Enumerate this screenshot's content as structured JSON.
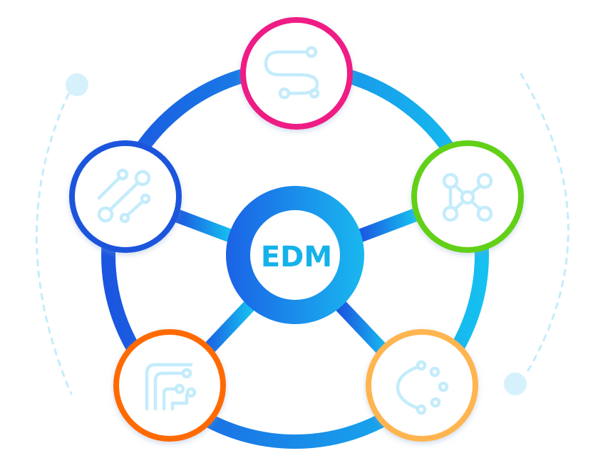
{
  "diagram": {
    "center": {
      "label": "EDM"
    },
    "colors": {
      "ring_start": "#1b55e0",
      "ring_end": "#16c0f0",
      "center_start": "#1b62e6",
      "center_end": "#19b8ef",
      "label": "#15b2ea",
      "icon": "#c4ecfb",
      "dashed_arc": "#c4ecfb",
      "dot": "#d7f1fc"
    },
    "nodes": [
      {
        "id": "top",
        "border_color": "#ee1a84",
        "icon": "s-curve-circuit-icon"
      },
      {
        "id": "right",
        "border_color": "#62d016",
        "icon": "network-nodes-icon"
      },
      {
        "id": "bottom-right",
        "border_color": "#ffb54f",
        "icon": "arc-dots-icon"
      },
      {
        "id": "bottom-left",
        "border_color": "#ff6a06",
        "icon": "circuit-traces-icon"
      },
      {
        "id": "left",
        "border_color": "#1a55dc",
        "icon": "diagonal-links-icon"
      }
    ]
  }
}
